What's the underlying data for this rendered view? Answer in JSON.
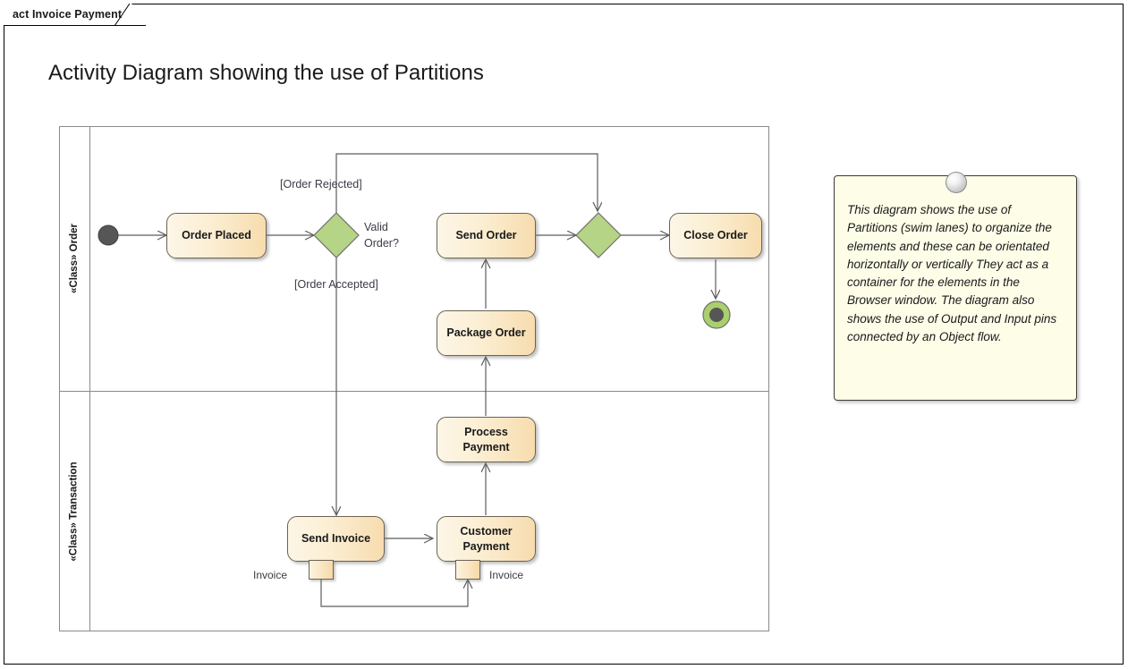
{
  "frame": {
    "tab_label": "act Invoice Payment"
  },
  "title": "Activity Diagram showing the use of Partitions",
  "partitions": [
    {
      "id": "order",
      "label": "«Class» Order"
    },
    {
      "id": "transaction",
      "label": "«Class» Transaction"
    }
  ],
  "nodes": {
    "initial": {
      "name": "initial-node"
    },
    "order_placed": {
      "label": "Order Placed"
    },
    "decision": {
      "label": "Valid Order?"
    },
    "send_order": {
      "label": "Send Order"
    },
    "package_order": {
      "label": "Package Order"
    },
    "merge": {
      "name": "merge-node"
    },
    "close_order": {
      "label": "Close Order"
    },
    "final": {
      "name": "final-node"
    },
    "process_payment": {
      "label": "Process Payment",
      "line1": "Process",
      "line2": "Payment"
    },
    "send_invoice": {
      "label": "Send Invoice"
    },
    "customer_payment": {
      "label": "Customer Payment",
      "line1": "Customer",
      "line2": "Payment"
    }
  },
  "pins": {
    "send_invoice_output": {
      "label": "Invoice"
    },
    "customer_payment_input": {
      "label": "Invoice"
    }
  },
  "edge_labels": {
    "order_rejected": "[Order Rejected]",
    "order_accepted": "[Order Accepted]"
  },
  "note": {
    "text": "This diagram shows the use of Partitions (swim lanes) to organize the elements and these can be orientated horizontally or vertically  They act as a container for the elements in the Browser window. The diagram also shows the use of Output and Input pins connected by an Object flow."
  },
  "colors": {
    "action_fill_light": "#fdf6e7",
    "action_fill_dark": "#f7dcae",
    "action_border": "#6b6255",
    "decision_fill": "#b5d485",
    "decision_border": "#6f6f6f",
    "initial_fill": "#565656",
    "final_ring": "#a9cf6e",
    "note_fill": "#fdfde8",
    "lane_border": "#8a8a8a",
    "connector": "#5c5c5c",
    "label_text": "#3b3b46"
  }
}
